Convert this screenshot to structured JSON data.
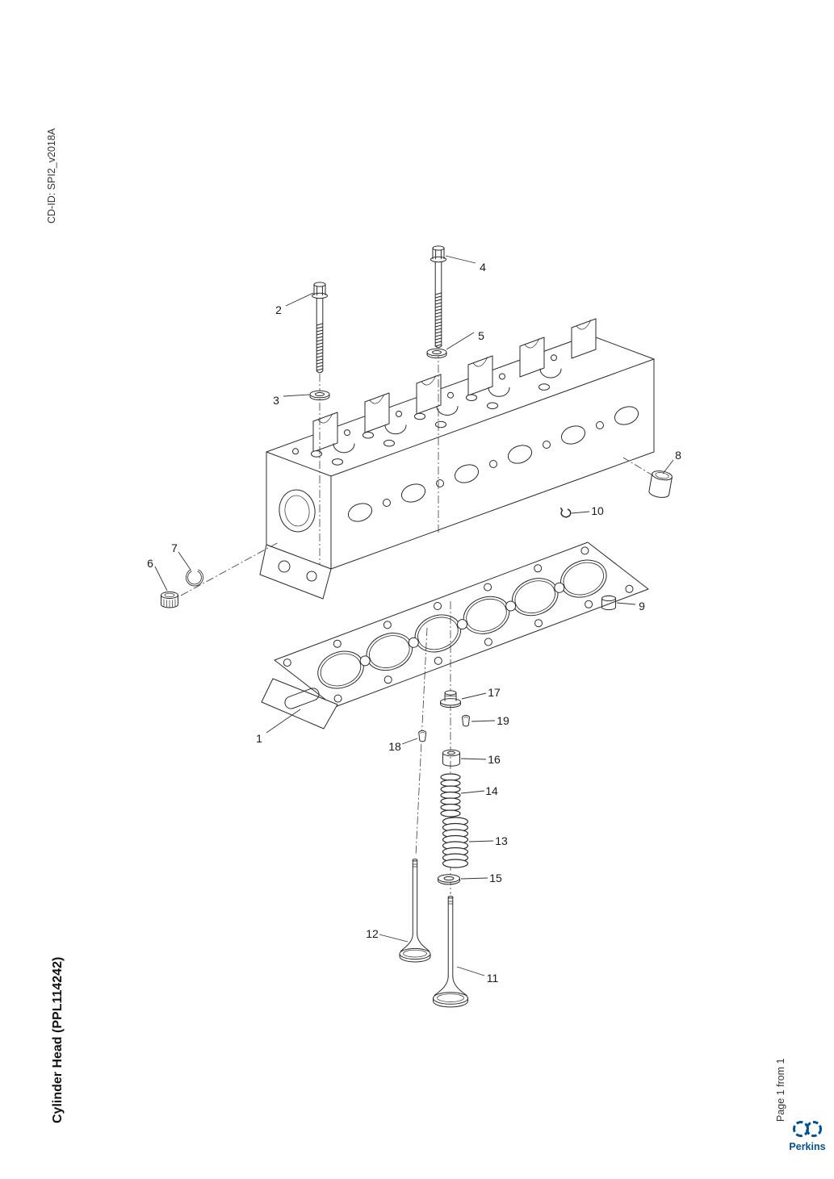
{
  "meta": {
    "cd_id": "CD-ID: SPI2_v2018A",
    "title": "Cylinder Head (PPL114242)",
    "page_label": "Page 1 from 1",
    "brand": "Perkins"
  },
  "callouts": [
    "1",
    "2",
    "3",
    "4",
    "5",
    "6",
    "7",
    "8",
    "9",
    "10",
    "11",
    "12",
    "13",
    "14",
    "15",
    "16",
    "17",
    "18",
    "19"
  ],
  "colors": {
    "line": "#2a2a2a",
    "brand_blue": "#00529b"
  }
}
